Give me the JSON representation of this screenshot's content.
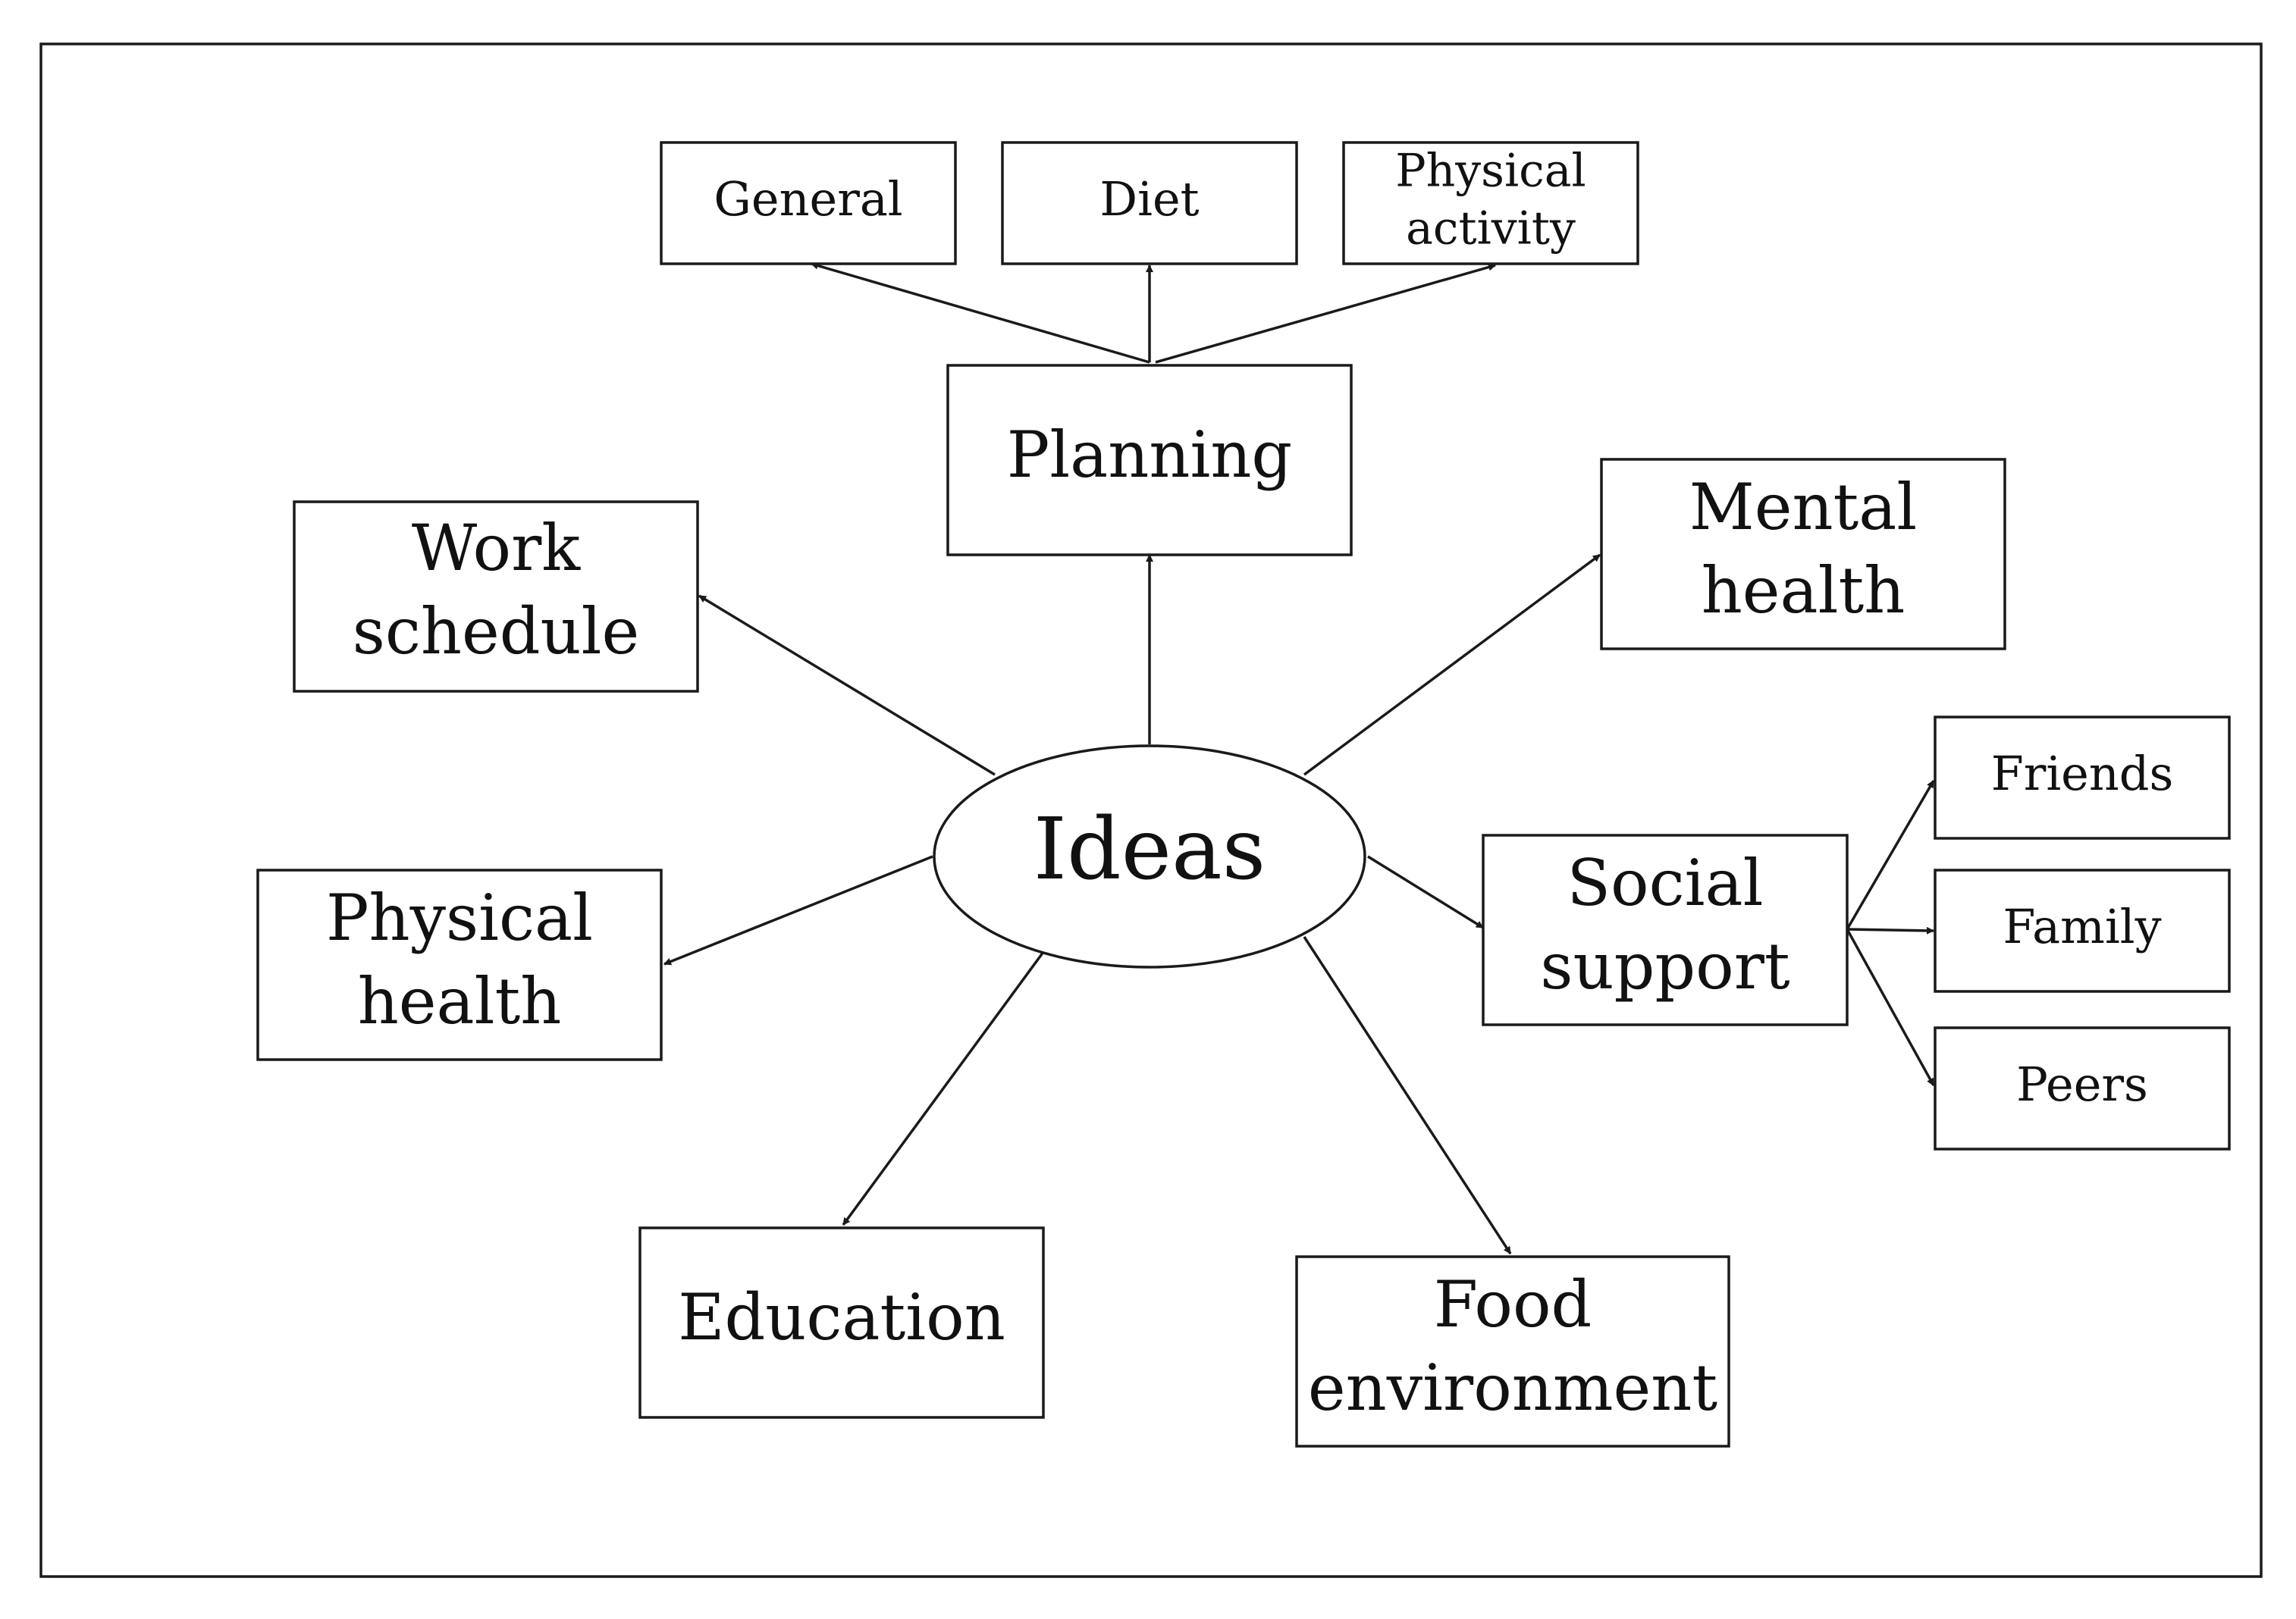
{
  "diagram": {
    "center": {
      "label": "Ideas"
    },
    "planning": {
      "label": "Planning",
      "children": {
        "general": "General",
        "diet": "Diet",
        "physical_activity": {
          "line1": "Physical",
          "line2": "activity"
        }
      }
    },
    "work_schedule": {
      "line1": "Work",
      "line2": "schedule"
    },
    "mental_health": {
      "line1": "Mental",
      "line2": "health"
    },
    "physical_health": {
      "line1": "Physical",
      "line2": "health"
    },
    "social_support": {
      "line1": "Social",
      "line2": "support",
      "children": {
        "friends": "Friends",
        "family": "Family",
        "peers": "Peers"
      }
    },
    "education": {
      "label": "Education"
    },
    "food_environment": {
      "line1": "Food",
      "line2": "environment"
    }
  }
}
